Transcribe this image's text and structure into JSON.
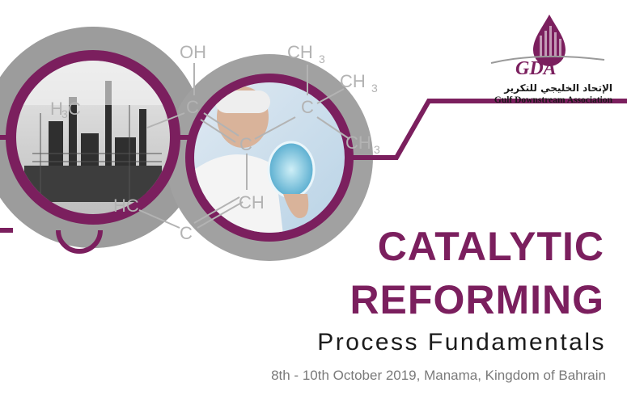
{
  "brand": {
    "logo_text": "GDA",
    "arabic_name": "الإتحاد الخليجي للتكرير",
    "english_name": "Gulf Downstream Association"
  },
  "title": {
    "line1": "CATALYTIC",
    "line2": "REFORMING",
    "subtitle": "Process Fundamentals"
  },
  "event": {
    "details": "8th - 10th October 2019, Manama, Kingdom of Bahrain"
  },
  "chemistry": {
    "oh": "OH",
    "ch3_top": "CH",
    "ch3_mid": "CH",
    "ch3_right": "CH",
    "subscript": "3",
    "h3c": "H C",
    "h3c_sub": "3",
    "c_upper": "C",
    "c_center": "C",
    "c_right": "C",
    "hc_lower": "HC",
    "c_lower": "C",
    "ch_lower": "CH"
  },
  "colors": {
    "accent": "#7b1f5e",
    "gray_ring": "#9a9a9a",
    "molecule_gray": "#b3b3b3"
  },
  "icons": [
    "gda-logo-icon",
    "refinery-photo",
    "scientist-photo"
  ]
}
